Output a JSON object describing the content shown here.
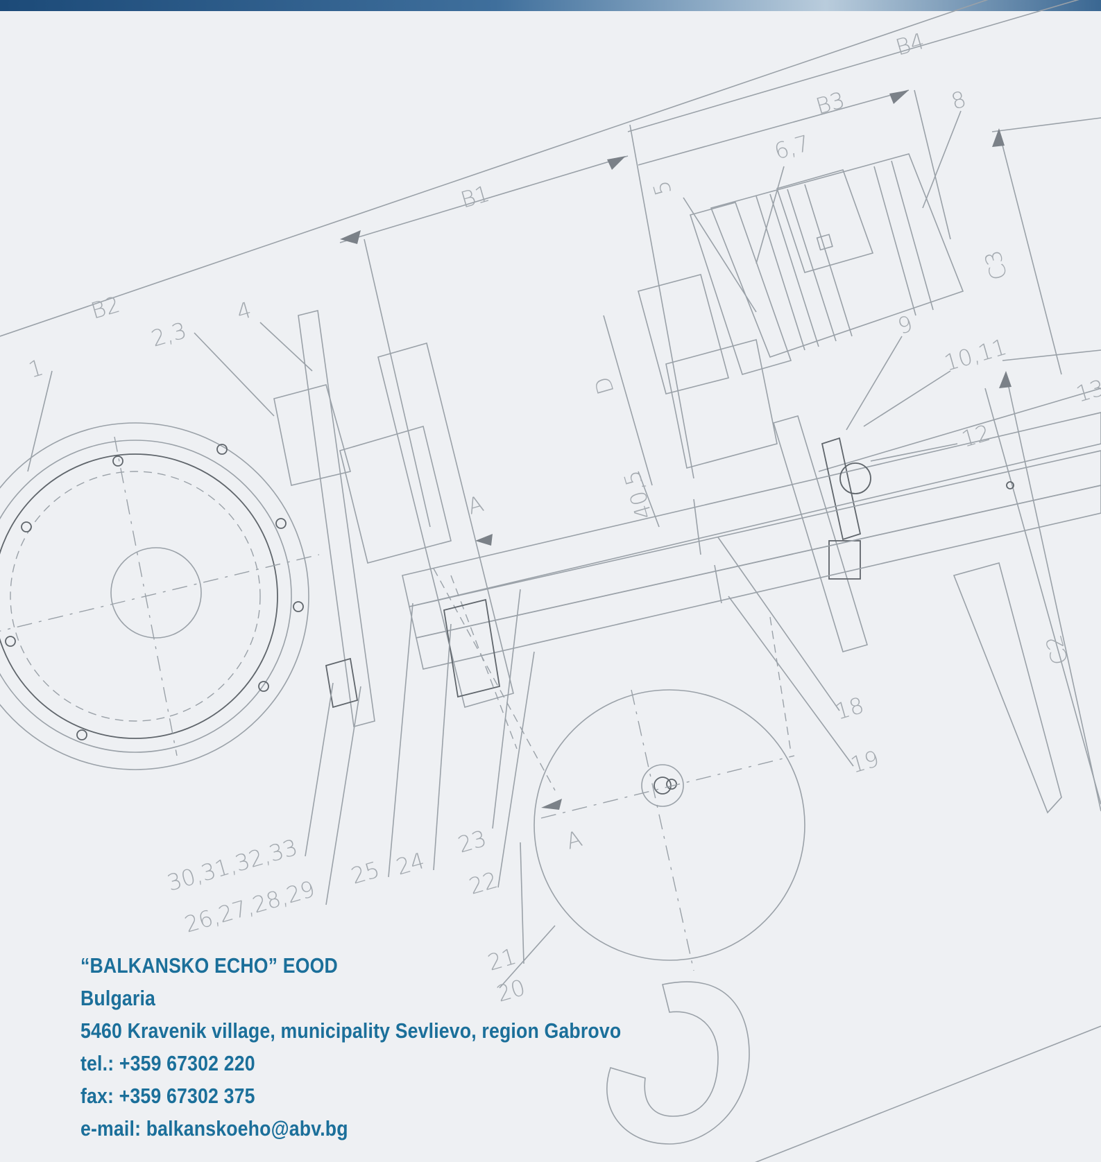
{
  "drawing": {
    "dimensions": [
      "B1",
      "B2",
      "B3",
      "B4",
      "C2",
      "C3",
      "D",
      "40,5",
      "A"
    ],
    "callouts": [
      "1",
      "2,3",
      "4",
      "5",
      "6,7",
      "8",
      "9",
      "10,11",
      "12",
      "13",
      "18",
      "19",
      "20",
      "21",
      "22",
      "23",
      "24",
      "25",
      "26,27,28,29",
      "30,31,32,33"
    ]
  },
  "company": {
    "name": "“BALKANSKO ECHO” EOOD",
    "country": "Bulgaria",
    "address": "5460 Kravenik village, municipality Sevlievo, region Gabrovo",
    "tel": "tel.: +359 67302 220",
    "fax": "fax: +359 67302 375",
    "email": "e-mail: balkanskoeho@abv.bg"
  },
  "colors": {
    "brand_text": "#1b6f9a",
    "band_dark": "#1c4a78",
    "line": "#9aa1a8"
  }
}
